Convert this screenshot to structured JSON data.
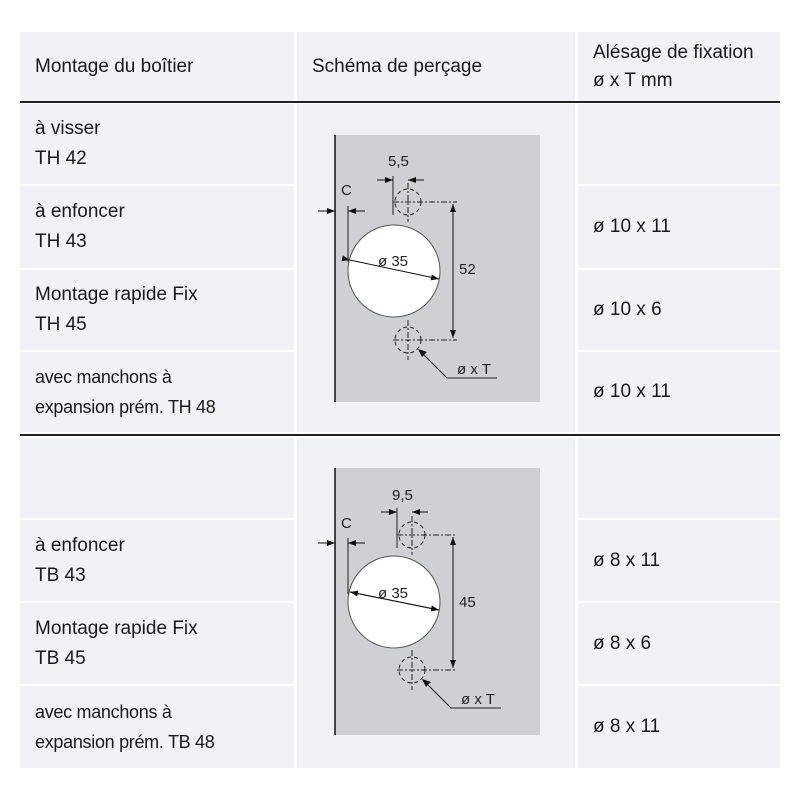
{
  "header": {
    "col1": "Montage du boîtier",
    "col2": "Schéma de perçage",
    "col3_line1": "Alésage de fixation",
    "col3_line2": "ø x T mm"
  },
  "group1": {
    "rows": [
      {
        "line1": "à visser",
        "line2": "TH 42",
        "value": ""
      },
      {
        "line1": "à enfoncer",
        "line2": "TH 43",
        "value": "ø 10 x 11"
      },
      {
        "line1": "Montage rapide Fix",
        "line2": "TH 45",
        "value": "ø 10 x 6"
      },
      {
        "line1": "avec manchons à",
        "line2": "expansion prém. TH 48",
        "value": "ø 10 x 11"
      }
    ],
    "diagram": {
      "offset": "5,5",
      "c": "C",
      "cup": "ø 35",
      "spacing": "52",
      "hole": "ø x T"
    }
  },
  "group2": {
    "rows": [
      {
        "line1": "",
        "line2": "",
        "value": ""
      },
      {
        "line1": "à enfoncer",
        "line2": "TB 43",
        "value": "ø 8 x 11"
      },
      {
        "line1": "Montage rapide Fix",
        "line2": "TB 45",
        "value": "ø 8 x 6"
      },
      {
        "line1": "avec manchons à",
        "line2": "expansion prém. TB 48",
        "value": "ø 8 x 11"
      }
    ],
    "diagram": {
      "offset": "9,5",
      "c": "C",
      "cup": "ø 35",
      "spacing": "45",
      "hole": "ø x T"
    }
  }
}
